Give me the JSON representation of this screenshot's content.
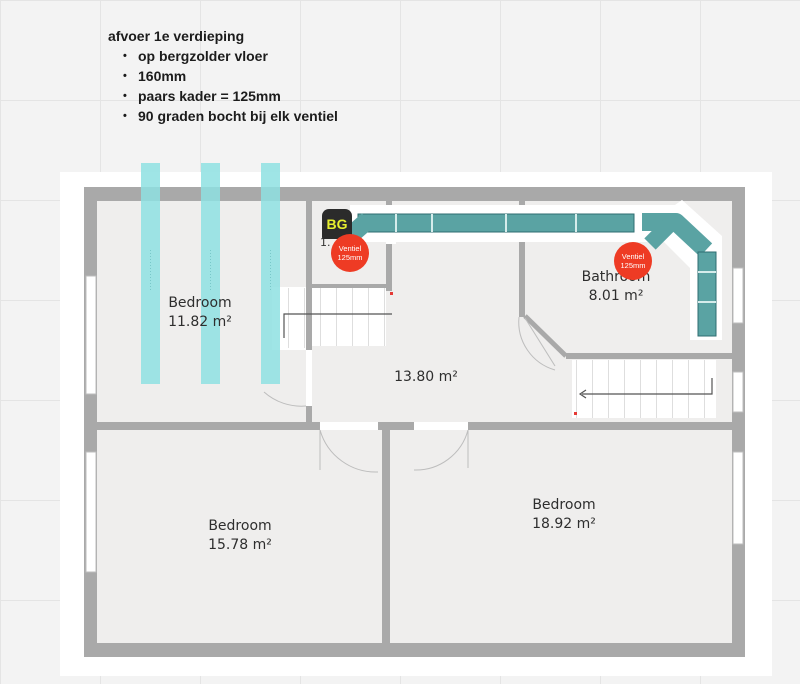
{
  "notes": {
    "title": "afvoer 1e verdieping",
    "items": [
      "op bergzolder vloer",
      "160mm",
      "paars kader = 125mm",
      "90 graden bocht bij elk ventiel"
    ]
  },
  "rooms": [
    {
      "id": "bedroom-1",
      "name": "Bedroom",
      "area": "11.82 m²"
    },
    {
      "id": "bathroom",
      "name": "Bathroom",
      "area": "8.01 m²"
    },
    {
      "id": "hallway",
      "name": "",
      "area": "13.80 m²"
    },
    {
      "id": "bedroom-2",
      "name": "Bedroom",
      "area": "15.78 m²"
    },
    {
      "id": "bedroom-3",
      "name": "Bedroom",
      "area": "18.92 m²"
    }
  ],
  "partial_label": "1.",
  "badge": "BG",
  "vents": [
    {
      "line1": "Ventiel",
      "line2": "125mm"
    },
    {
      "line1": "Ventiel",
      "line2": "125mm"
    }
  ],
  "colors": {
    "wall": "#a9a9a9",
    "floor": "#efeeed",
    "duct": "#5aa3a3",
    "duct_dark": "#2f6e70",
    "joist": "#8ee0e2",
    "vent": "#ee3b24",
    "badge_bg": "#2b2b2b",
    "badge_text": "#e6ef2e"
  }
}
